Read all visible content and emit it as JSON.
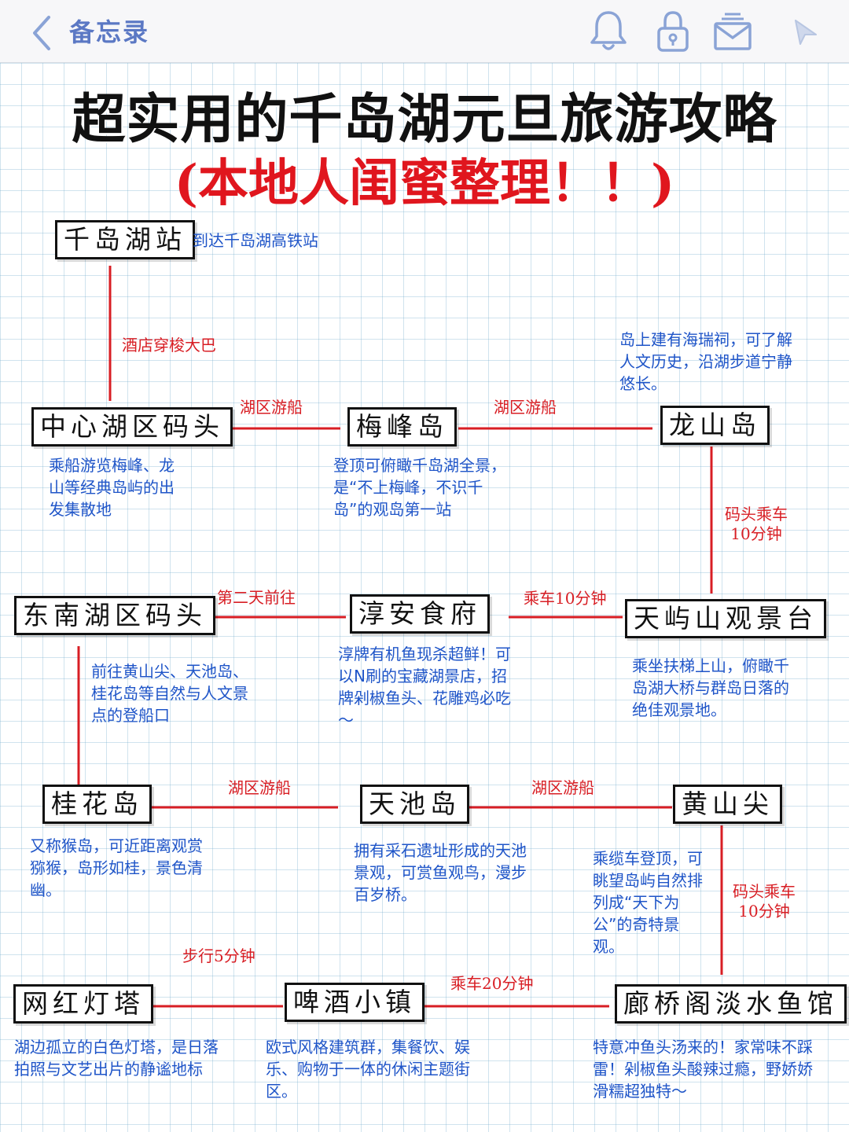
{
  "app": {
    "back_label": "备忘录",
    "icons": [
      "chevron-left-icon",
      "bell-icon",
      "lock-icon",
      "mail-icon",
      "send-icon"
    ],
    "accent_color": "#5b78c4"
  },
  "title": {
    "line1": "超实用的千岛湖元旦旅游攻略",
    "line2": "(本地人闺蜜整理！！)"
  },
  "colors": {
    "node_border": "#111111",
    "description": "#1f55c8",
    "connector": "#d81e24",
    "title_red": "#e0161e"
  },
  "stops": {
    "qiandaohu_station": {
      "name": "千岛湖站",
      "desc": "到达千岛湖高铁站"
    },
    "central_pier": {
      "name": "中心湖区码头",
      "desc": "乘船游览梅峰、龙山等经典岛屿的出发集散地"
    },
    "meifeng_island": {
      "name": "梅峰岛",
      "desc": "登顶可俯瞰千岛湖全景，是“不上梅峰，不识千岛”的观岛第一站"
    },
    "longshan_island": {
      "name": "龙山岛",
      "desc": "岛上建有海瑞祠，可了解人文历史，沿湖步道宁静悠长。"
    },
    "southeast_pier": {
      "name": "东南湖区码头",
      "desc": "前往黄山尖、天池岛、桂花岛等自然与人文景点的登船口"
    },
    "chunan_restaurant": {
      "name": "淳安食府",
      "desc": "淳牌有机鱼现杀超鲜！可以N刷的宝藏湖景店，招牌剁椒鱼头、花雕鸡必吃～"
    },
    "tianyushan_deck": {
      "name": "天屿山观景台",
      "desc": "乘坐扶梯上山，俯瞰千岛湖大桥与群岛日落的绝佳观景地。"
    },
    "guihua_island": {
      "name": "桂花岛",
      "desc": "又称猴岛，可近距离观赏猕猴，岛形如桂，景色清幽。"
    },
    "tianchi_island": {
      "name": "天池岛",
      "desc": "拥有采石遗址形成的天池景观，可赏鱼观鸟，漫步百岁桥。"
    },
    "huangshanjian": {
      "name": "黄山尖",
      "desc": "乘缆车登顶，可眺望岛屿自然排列成“天下为公”的奇特景观。"
    },
    "lighthouse": {
      "name": "网红灯塔",
      "desc": "湖边孤立的白色灯塔，是日落拍照与文艺出片的静谧地标"
    },
    "beer_town": {
      "name": "啤酒小镇",
      "desc": "欧式风格建筑群，集餐饮、娱乐、购物于一体的休闲主题街区。"
    },
    "langqiaoge": {
      "name": "廊桥阁淡水鱼馆",
      "desc": "特意冲鱼头汤来的！家常味不踩雷！剁椒鱼头酸辣过瘾，野娇娇滑糯超独特～"
    }
  },
  "transfers": {
    "station_to_pier": "酒店穿梭大巴",
    "pier_to_meifeng": "湖区游船",
    "meifeng_to_longshan": "湖区游船",
    "longshan_to_tianyu": "码头乘车10分钟",
    "tianyu_to_chunan": "乘车10分钟",
    "chunan_to_southeast": "第二天前往",
    "guihua_to_tianchi": "湖区游船",
    "tianchi_to_huangshan": "湖区游船",
    "huangshan_to_langqiao": "码头乘车10分钟",
    "langqiao_to_beer": "乘车20分钟",
    "beer_to_lighthouse": "步行5分钟"
  }
}
